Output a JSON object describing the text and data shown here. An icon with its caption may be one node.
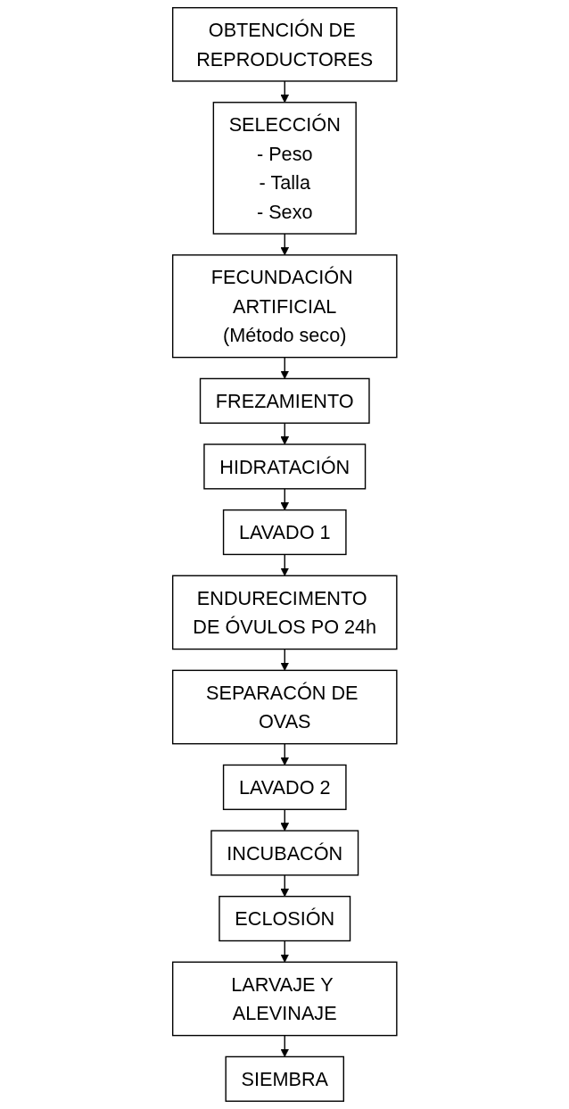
{
  "diagram": {
    "nodes": [
      {
        "text": [
          "OBTENCIÓN DE REPRODUCTORES"
        ]
      },
      {
        "text": [
          "SELECCIÓN",
          "- Peso",
          "- Talla",
          "- Sexo"
        ]
      },
      {
        "text": [
          "FECUNDACIÓN ARTIFICIAL",
          "(Método seco)"
        ]
      },
      {
        "text": [
          "FREZAMIENTO"
        ]
      },
      {
        "text": [
          "HIDRATACIÓN"
        ]
      },
      {
        "text": [
          "LAVADO 1"
        ]
      },
      {
        "text": [
          "ENDURECIMENTO DE ÓVULOS PO 24h"
        ]
      },
      {
        "text": [
          "SEPARACÓN DE OVAS"
        ]
      },
      {
        "text": [
          "LAVADO 2"
        ]
      },
      {
        "text": [
          "INCUBACÓN"
        ]
      },
      {
        "text": [
          "ECLOSIÓN"
        ]
      },
      {
        "text": [
          "LARVAJE Y ALEVINAJE"
        ]
      },
      {
        "text": [
          "SIEMBRA"
        ]
      }
    ],
    "edges": [
      {
        "from": 0,
        "to": 1,
        "arrow": "to"
      },
      {
        "from": 1,
        "to": 2,
        "arrow": "to"
      },
      {
        "from": 2,
        "to": 3,
        "arrow": "to"
      },
      {
        "from": 3,
        "to": 4,
        "arrow": "to"
      },
      {
        "from": 4,
        "to": 5,
        "arrow": "to"
      },
      {
        "from": 5,
        "to": 6,
        "arrow": "to"
      },
      {
        "from": 6,
        "to": 7,
        "arrow": "to"
      },
      {
        "from": 7,
        "to": 8,
        "arrow": "to"
      },
      {
        "from": 8,
        "to": 9,
        "arrow": "to"
      },
      {
        "from": 9,
        "to": 10,
        "arrow": "to"
      },
      {
        "from": 10,
        "to": 11,
        "arrow": "to"
      },
      {
        "from": 11,
        "to": 12,
        "arrow": "to"
      }
    ]
  }
}
